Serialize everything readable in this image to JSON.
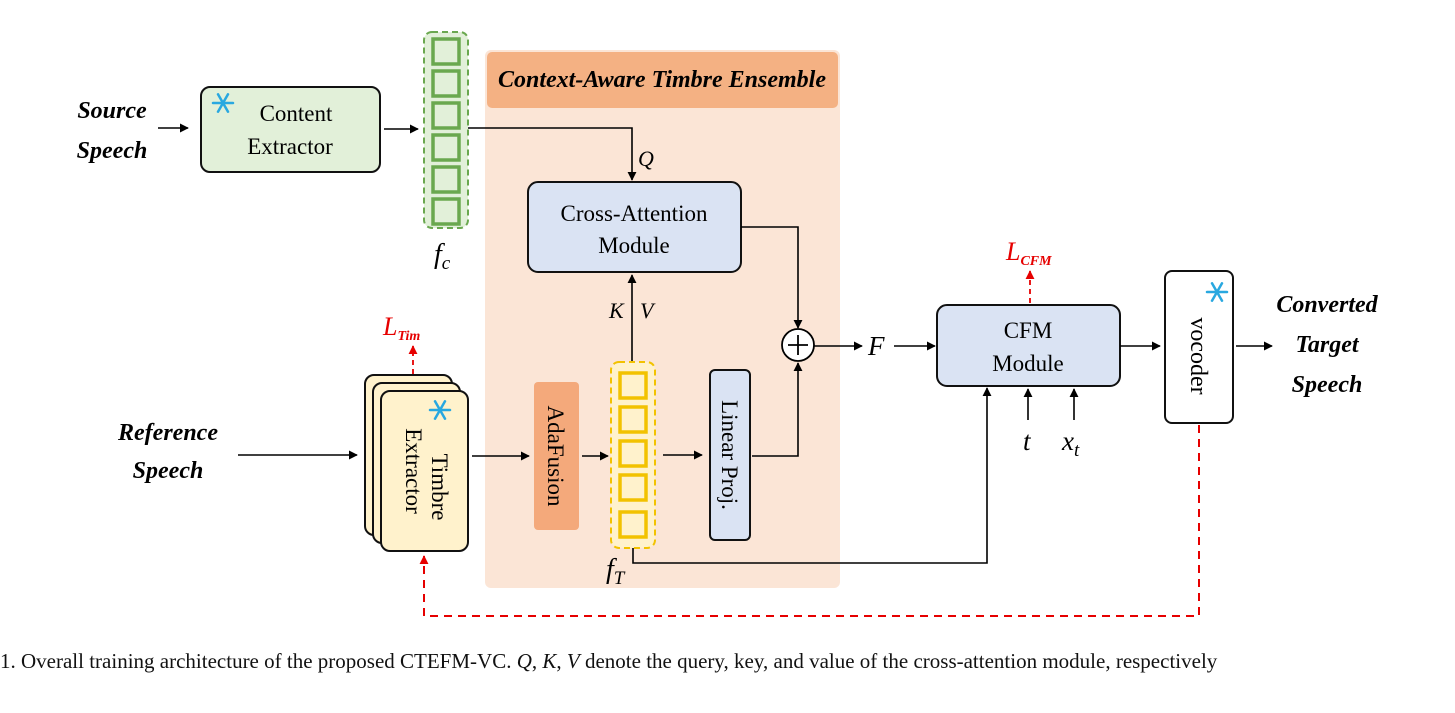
{
  "inputs": {
    "source_line1": "Source",
    "source_line2": "Speech",
    "reference_line1": "Reference",
    "reference_line2": "Speech"
  },
  "content_extractor": {
    "line1": "Content",
    "line2": "Extractor",
    "frozen_icon": "snowflake-icon"
  },
  "ensemble": {
    "title": "Context-Aware Timbre Ensemble"
  },
  "cross_attention": {
    "line1": "Cross-Attention",
    "line2": "Module"
  },
  "timbre_extractor": {
    "line1": "Timbre",
    "line2": "Extractor",
    "frozen_icon": "snowflake-icon"
  },
  "adafusion": {
    "label": "AdaFusion"
  },
  "linear_proj": {
    "label": "Linear Proj."
  },
  "cfm": {
    "line1": "CFM",
    "line2": "Module"
  },
  "vocoder": {
    "label": "vocoder",
    "frozen_icon": "snowflake-icon"
  },
  "output": {
    "line1": "Converted",
    "line2": "Target",
    "line3": "Speech"
  },
  "symbols": {
    "q": "Q",
    "k": "K",
    "v": "V",
    "F": "F",
    "t": "t",
    "xt_base": "x",
    "xt_sub": "t",
    "fc_base": "f",
    "fc_sub": "c",
    "fT_base": "f",
    "fT_sub": "T",
    "plus": "+"
  },
  "losses": {
    "cfm_base": "L",
    "cfm_sub": "CFM",
    "tim_base": "L",
    "tim_sub": "Tim"
  },
  "caption": {
    "prefix": "1.  Overall training architecture of the proposed CTEFM-VC. ",
    "q": "Q",
    "sep1": ", ",
    "k": "K",
    "sep2": ", ",
    "v": "V",
    "rest": " denote the query, key, and value of the cross-attention module, respectively"
  },
  "colors": {
    "content_fill": "#e2f0d9",
    "content_feature": "#6aa84f",
    "ensemble_bg": "#fbe5d6",
    "ensemble_title_bg": "#f4b183",
    "module_fill": "#dae3f3",
    "timbre_fill": "#fff2cc",
    "timbre_feature": "#f2c200",
    "adafusion_fill": "#f4a97b",
    "loss_red": "#e60000",
    "snow_blue": "#29a8e0"
  }
}
